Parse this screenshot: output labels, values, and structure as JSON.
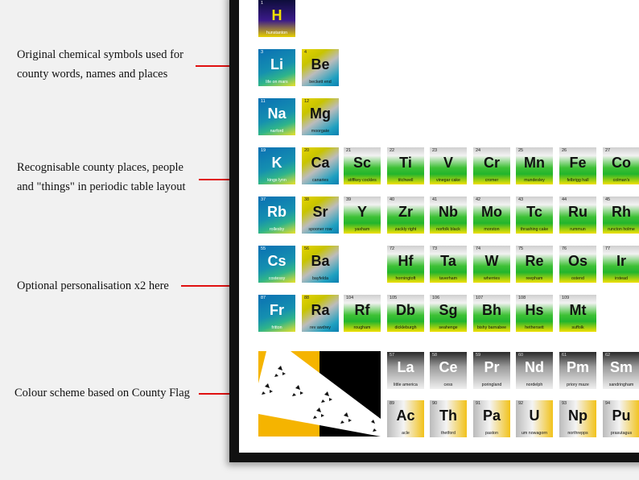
{
  "annotations": [
    {
      "text": "Original chemical symbols used for\ncounty words, names and places"
    },
    {
      "text": "Recognisable county places, people\nand \"things\" in periodic table layout"
    },
    {
      "text": "Optional personalisation x2 here"
    },
    {
      "text": "Colour scheme based on County Flag"
    }
  ],
  "colors": {
    "arrow": "#e01010",
    "frame": "#111111",
    "flag_yellow": "#f5b400",
    "flag_black": "#000000"
  },
  "elements": [
    {
      "num": "1",
      "sym": "H",
      "name": "hunstanton"
    },
    {
      "num": "3",
      "sym": "Li",
      "name": "life on mars"
    },
    {
      "num": "4",
      "sym": "Be",
      "name": "beckett end"
    },
    {
      "num": "11",
      "sym": "Na",
      "name": "narford"
    },
    {
      "num": "12",
      "sym": "Mg",
      "name": "moorgate"
    },
    {
      "num": "19",
      "sym": "K",
      "name": "kings lynn"
    },
    {
      "num": "20",
      "sym": "Ca",
      "name": "canaries"
    },
    {
      "num": "21",
      "sym": "Sc",
      "name": "stiffkey cockles"
    },
    {
      "num": "22",
      "sym": "Ti",
      "name": "titchwell"
    },
    {
      "num": "23",
      "sym": "V",
      "name": "vinegar cake"
    },
    {
      "num": "24",
      "sym": "Cr",
      "name": "cromer"
    },
    {
      "num": "25",
      "sym": "Mn",
      "name": "mundesley"
    },
    {
      "num": "26",
      "sym": "Fe",
      "name": "felbrigg hall"
    },
    {
      "num": "27",
      "sym": "Co",
      "name": "colman's"
    },
    {
      "num": "37",
      "sym": "Rb",
      "name": "rollesby"
    },
    {
      "num": "38",
      "sym": "Sr",
      "name": "spooner row"
    },
    {
      "num": "39",
      "sym": "Y",
      "name": "yaxham"
    },
    {
      "num": "40",
      "sym": "Zr",
      "name": "zackly right"
    },
    {
      "num": "41",
      "sym": "Nb",
      "name": "norfolk black"
    },
    {
      "num": "42",
      "sym": "Mo",
      "name": "morston"
    },
    {
      "num": "43",
      "sym": "Tc",
      "name": "thrashing cake"
    },
    {
      "num": "44",
      "sym": "Ru",
      "name": "rummun"
    },
    {
      "num": "45",
      "sym": "Rh",
      "name": "runcton holme"
    },
    {
      "num": "55",
      "sym": "Cs",
      "name": "costessy"
    },
    {
      "num": "56",
      "sym": "Ba",
      "name": "bayfelda"
    },
    {
      "num": "72",
      "sym": "Hf",
      "name": "horningtoft"
    },
    {
      "num": "73",
      "sym": "Ta",
      "name": "taverham"
    },
    {
      "num": "74",
      "sym": "W",
      "name": "wherries"
    },
    {
      "num": "75",
      "sym": "Re",
      "name": "reepham"
    },
    {
      "num": "76",
      "sym": "Os",
      "name": "ostend"
    },
    {
      "num": "77",
      "sym": "Ir",
      "name": "irstead"
    },
    {
      "num": "87",
      "sym": "Fr",
      "name": "fritton"
    },
    {
      "num": "88",
      "sym": "Ra",
      "name": "rev awdrey"
    },
    {
      "num": "104",
      "sym": "Rf",
      "name": "rougham"
    },
    {
      "num": "105",
      "sym": "Db",
      "name": "dickleburgh"
    },
    {
      "num": "106",
      "sym": "Sg",
      "name": "seahenge"
    },
    {
      "num": "107",
      "sym": "Bh",
      "name": "bishy barnabee"
    },
    {
      "num": "108",
      "sym": "Hs",
      "name": "hethersett"
    },
    {
      "num": "109",
      "sym": "Mt",
      "name": "suffolk"
    },
    {
      "num": "57",
      "sym": "La",
      "name": "little america"
    },
    {
      "num": "58",
      "sym": "Ce",
      "name": "cess"
    },
    {
      "num": "59",
      "sym": "Pr",
      "name": "poringland"
    },
    {
      "num": "60",
      "sym": "Nd",
      "name": "nordelph"
    },
    {
      "num": "61",
      "sym": "Pm",
      "name": "priory maze"
    },
    {
      "num": "62",
      "sym": "Sm",
      "name": "sandringham"
    },
    {
      "num": "89",
      "sym": "Ac",
      "name": "acle"
    },
    {
      "num": "90",
      "sym": "Th",
      "name": "thetford"
    },
    {
      "num": "91",
      "sym": "Pa",
      "name": "paston"
    },
    {
      "num": "92",
      "sym": "U",
      "name": "um nowagorn"
    },
    {
      "num": "93",
      "sym": "Np",
      "name": "northrepps"
    },
    {
      "num": "94",
      "sym": "Pu",
      "name": "prasutagus"
    }
  ]
}
